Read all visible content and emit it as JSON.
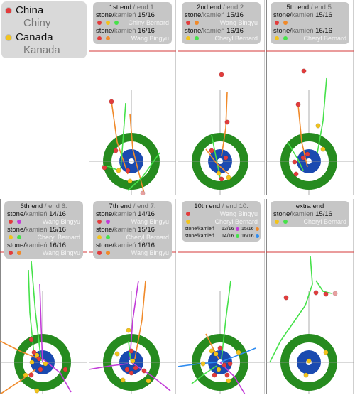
{
  "legend": [
    {
      "name": "China",
      "subname": "Chiny",
      "color": "#e23c3c"
    },
    {
      "name": "Canada",
      "subname": "Kanada",
      "color": "#f2c31c"
    }
  ],
  "colors": {
    "ring": "#268b1f",
    "button": "#1a4ab0",
    "red": "#e23c3c",
    "yellow": "#f2c31c",
    "green": "#46e14a",
    "orange": "#f08a2a",
    "magenta": "#c23cd8",
    "blue": "#2f8cf0",
    "pink": "#e8a0a0"
  },
  "labels": {
    "stone": "stone/",
    "kamien": "kamień"
  },
  "panels": [
    {
      "end_en": "1st end",
      "end_pl": "end 1.",
      "shots": [
        {
          "num": "15/16",
          "player": "Chiny Bernard",
          "markers": [
            "red",
            "yellow",
            "green"
          ]
        },
        {
          "num": "16/16",
          "player": "Wang Bingyu",
          "markers": [
            "red",
            "orange"
          ]
        }
      ]
    },
    {
      "end_en": "2nd end",
      "end_pl": "end 2.",
      "shots": [
        {
          "num": "15/16",
          "player": "Wang Bingyu",
          "markers": [
            "red",
            "orange"
          ]
        },
        {
          "num": "16/16",
          "player": "Cheryl Bernard",
          "markers": [
            "yellow",
            "green"
          ]
        }
      ]
    },
    {
      "end_en": "5th end",
      "end_pl": "end 5.",
      "shots": [
        {
          "num": "15/16",
          "player": "",
          "markers": [
            "red",
            "orange"
          ]
        },
        {
          "num": "16/16",
          "player": "Cheryl Bernard",
          "markers": [
            "yellow",
            "green"
          ]
        }
      ]
    },
    {
      "end_en": "6th end",
      "end_pl": "end 6.",
      "shots": [
        {
          "num": "14/16",
          "player": "Wang Bingyu",
          "markers": [
            "red",
            "magenta"
          ]
        },
        {
          "num": "15/16",
          "player": "Cheryl Bernard",
          "markers": [
            "yellow",
            "green"
          ]
        },
        {
          "num": "16/16",
          "player": "Wang Bingyu",
          "markers": [
            "red",
            "orange"
          ]
        }
      ]
    },
    {
      "end_en": "7th end",
      "end_pl": "end 7.",
      "shots": [
        {
          "num": "14/16",
          "player": "Wang Bingyu",
          "markers": [
            "red",
            "magenta"
          ]
        },
        {
          "num": "15/16",
          "player": "Cheryl Bernard",
          "markers": [
            "yellow",
            "green"
          ]
        },
        {
          "num": "16/16",
          "player": "Wang Bingyu",
          "markers": [
            "red",
            "orange"
          ]
        }
      ]
    },
    {
      "end_en": "10th end",
      "end_pl": "end 10.",
      "shots": [
        {
          "num": "",
          "player": "Wang Bingyu",
          "markers": [
            "red"
          ]
        },
        {
          "num": "",
          "player": "Cheryl Bernard",
          "markers": [
            "yellow"
          ]
        }
      ],
      "compact": [
        {
          "num": "13/16",
          "color": "magenta"
        },
        {
          "num": "15/16",
          "color": "orange"
        },
        {
          "num": "14/16",
          "color": "green"
        },
        {
          "num": "16/16",
          "color": "blue"
        }
      ]
    },
    {
      "end_en": "extra end",
      "end_pl": "",
      "shots": [
        {
          "num": "15/16",
          "player": "Cheryl Bernard",
          "markers": [
            "yellow",
            "green"
          ]
        }
      ]
    }
  ]
}
